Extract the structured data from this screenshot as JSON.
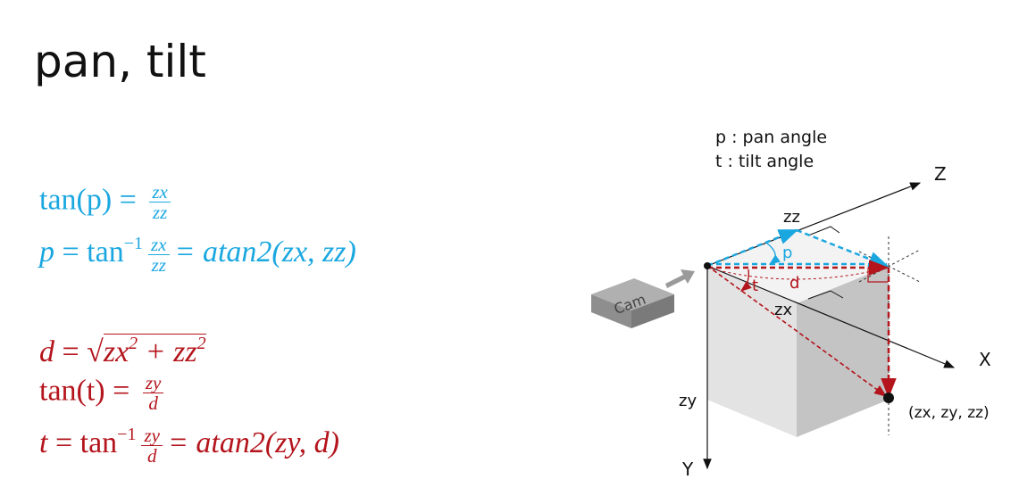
{
  "title": "pan, tilt",
  "equations": {
    "eq1": {
      "lhs": "tan(p) = ",
      "num": "zx",
      "den": "zz"
    },
    "eq2": {
      "lhs": "p",
      "op": " = tan",
      "sup": "−1",
      "num": "zx",
      "den": "zz",
      "rhs": "= atan2(zx, zz)"
    },
    "eq3": {
      "lhs": "d",
      "op": " = √",
      "radicand_a": "zx",
      "sup_a": "2",
      "plus": " + ",
      "radicand_b": "zz",
      "sup_b": "2"
    },
    "eq4": {
      "lhs": "tan(t) = ",
      "num": "zy",
      "den": "d"
    },
    "eq5": {
      "lhs": "t",
      "op": " = tan",
      "sup": "−1",
      "num": "zy",
      "den": "d",
      "rhs": "= atan2(zy, d)"
    }
  },
  "diagram": {
    "legend_p": "p : pan angle",
    "legend_t": "t : tilt angle",
    "axis_z": "Z",
    "axis_x": "X",
    "axis_y": "Y",
    "label_zz": "zz",
    "label_zx": "zx",
    "label_zy": "zy",
    "label_p": "p",
    "label_t": "t",
    "label_d": "d",
    "point_label": "(zx, zy, zz)",
    "cam_label": "Cam"
  },
  "colors": {
    "blue": "#1aa7e0",
    "red": "#b4141c",
    "gray_box": "#bfbfbf"
  }
}
